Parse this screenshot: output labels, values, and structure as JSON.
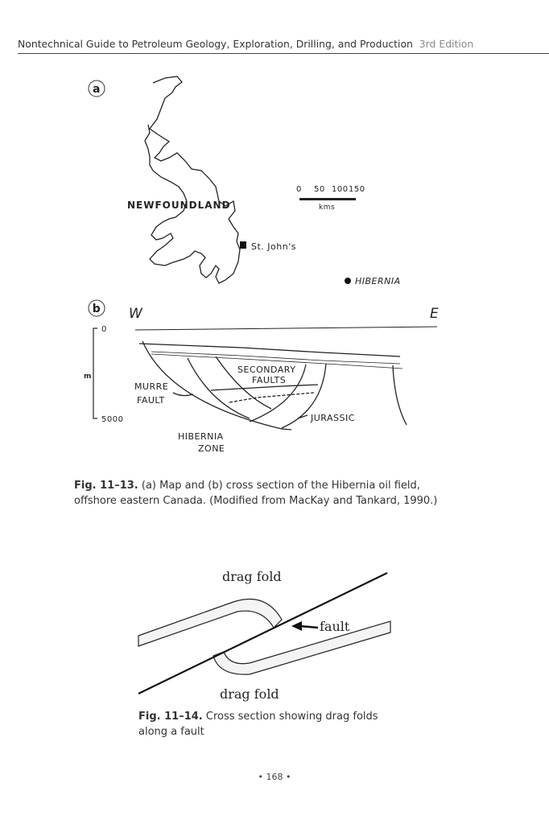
{
  "header": {
    "title": "Nontechnical Guide to Petroleum Geology, Exploration, Drilling, and Production",
    "edition": "3rd Edition"
  },
  "figure_11_13": {
    "panel_a": "a",
    "panel_b": "b",
    "map": {
      "land_label": "NEWFOUNDLAND",
      "city": "St. John's",
      "field": "HIBERNIA",
      "scale_ticks": [
        "0",
        "50",
        "100",
        "150"
      ],
      "scale_unit": "kms"
    },
    "section": {
      "west": "W",
      "east": "E",
      "depth_top": "0",
      "depth_bottom": "5000",
      "depth_unit": "m",
      "labels": {
        "secondary": "SECONDARY",
        "faults": "FAULTS",
        "murre": "MURRE",
        "fault": "FAULT",
        "jurassic": "JURASSIC",
        "hibernia": "HIBERNIA",
        "zone": "ZONE"
      }
    },
    "caption_label": "Fig. 11–13.",
    "caption_text": " (a) Map and (b) cross section of the Hibernia oil field, offshore eastern Canada. (Modified from MacKay and Tankard, 1990.)"
  },
  "figure_11_14": {
    "top_label": "drag fold",
    "fault_label": "fault",
    "bottom_label": "drag fold",
    "caption_label": "Fig. 11–14.",
    "caption_text": " Cross section showing drag folds along a fault"
  },
  "page_number": "• 168 •"
}
